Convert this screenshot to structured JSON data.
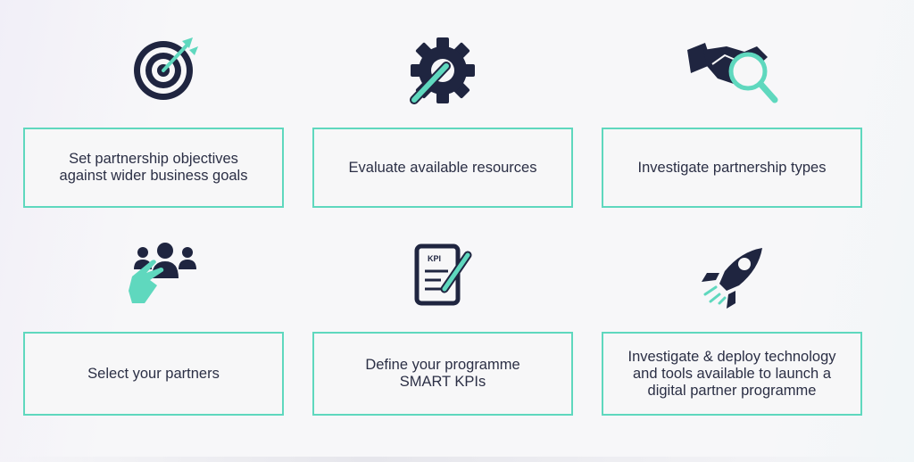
{
  "steps": [
    {
      "icon": "target-with-arrow-icon",
      "line1": "Set partnership objectives",
      "line2": "against wider business goals"
    },
    {
      "icon": "gear-with-pencil-icon",
      "line1": "Evaluate available resources"
    },
    {
      "icon": "handshake-magnifier-icon",
      "line1": "Investigate partnership types"
    },
    {
      "icon": "people-selecting-hand-icon",
      "line1": "Select your partners"
    },
    {
      "icon": "kpi-document-pencil-icon",
      "line1": "Define your programme",
      "line2": "SMART KPIs",
      "icon_text": "KPI"
    },
    {
      "icon": "rocket-icon",
      "line1": "Investigate & deploy technology",
      "line2": "and tools available to launch a",
      "line3": "digital partner programme"
    }
  ],
  "colors": {
    "dark": "#1f2540",
    "accent": "#5fd8be",
    "text": "#2b2f45"
  }
}
